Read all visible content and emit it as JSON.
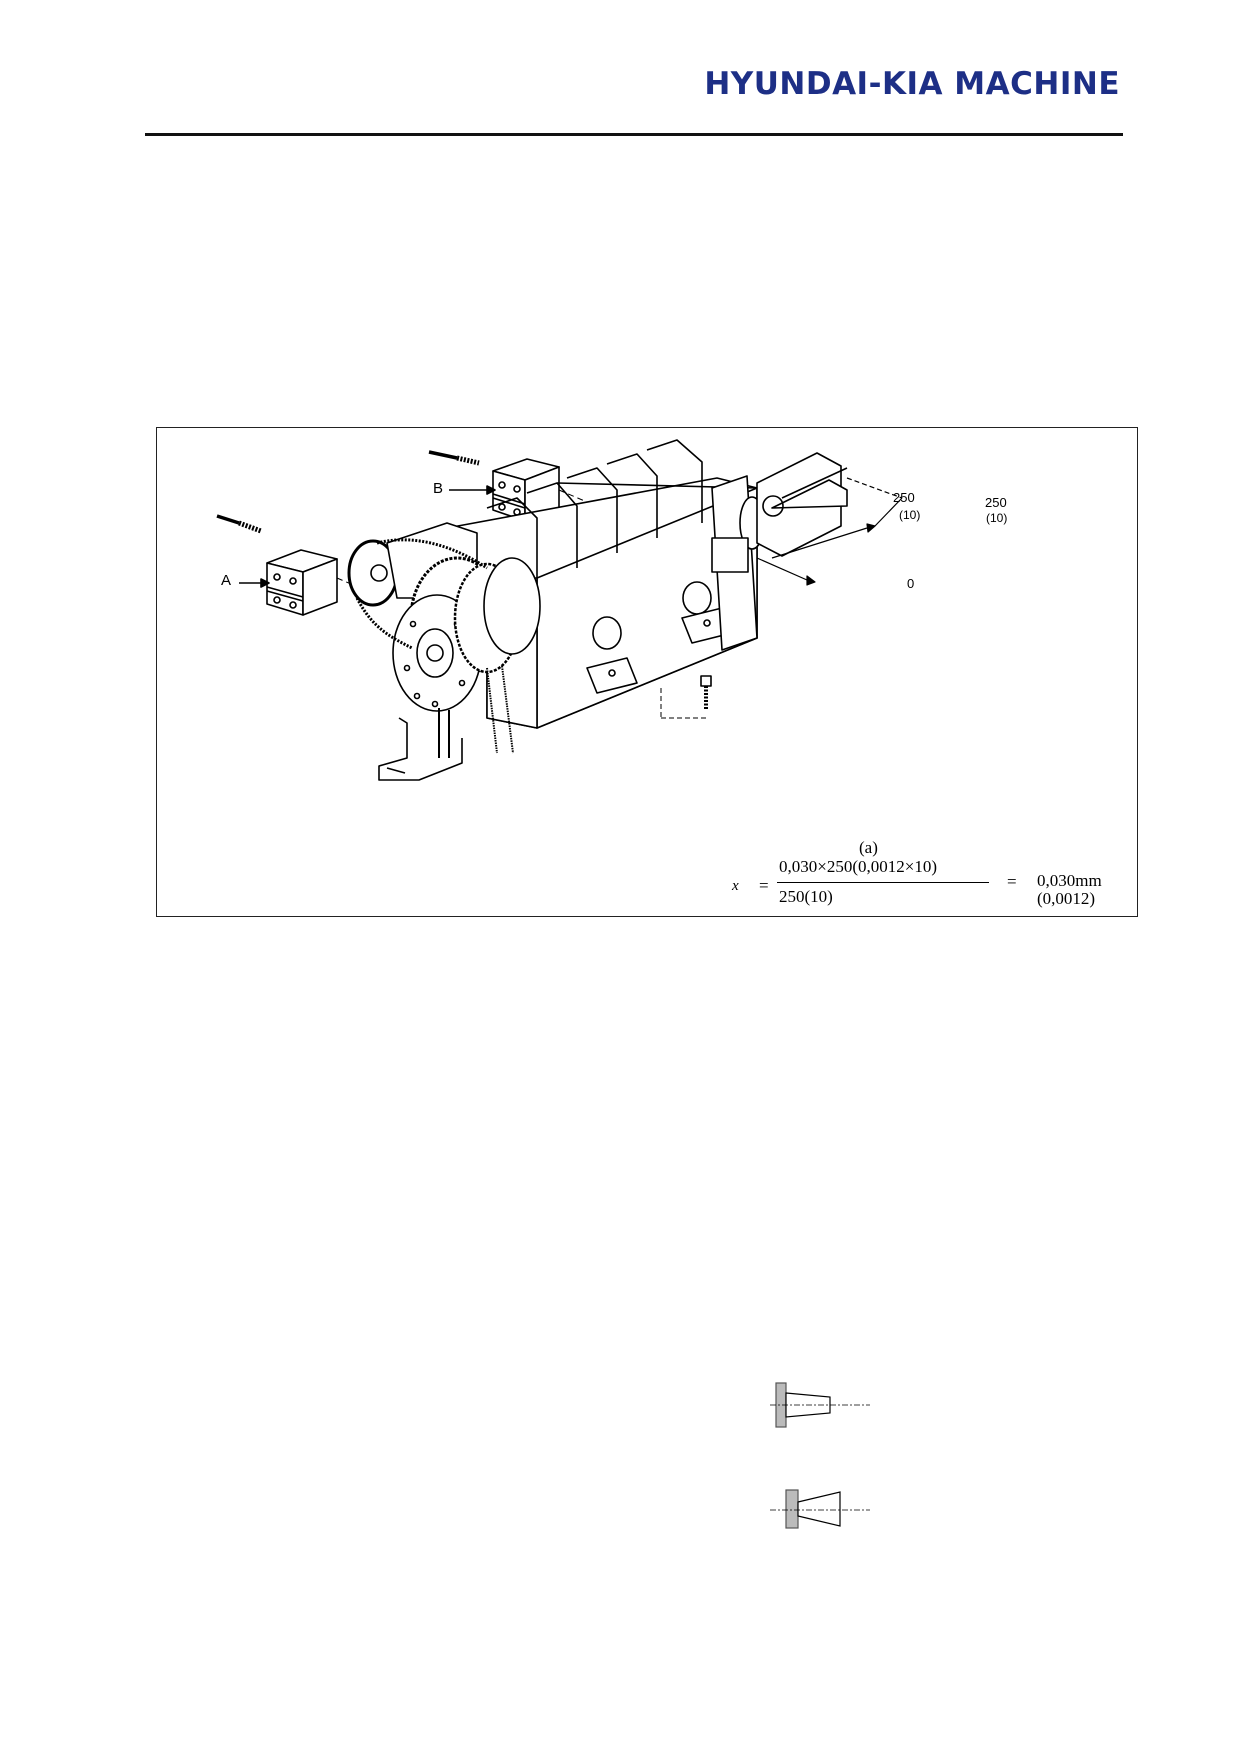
{
  "header": {
    "brand": "HYUNDAI-KIA MACHINE"
  },
  "figure": {
    "label_a": "A",
    "label_b": "B",
    "dim_250_top": "250",
    "dim_10_top": "(10)",
    "dim_250_mid": "250",
    "dim_10_mid": "(10)",
    "dim_0": "0",
    "caption": "(a)",
    "formula": {
      "lhs": "x",
      "eq1": "=",
      "numerator": "0,030×250(0,0012×10)",
      "denominator": "250(10)",
      "eq2": "=",
      "result": "0,030mm",
      "result_inch": "(0,0012)"
    }
  }
}
